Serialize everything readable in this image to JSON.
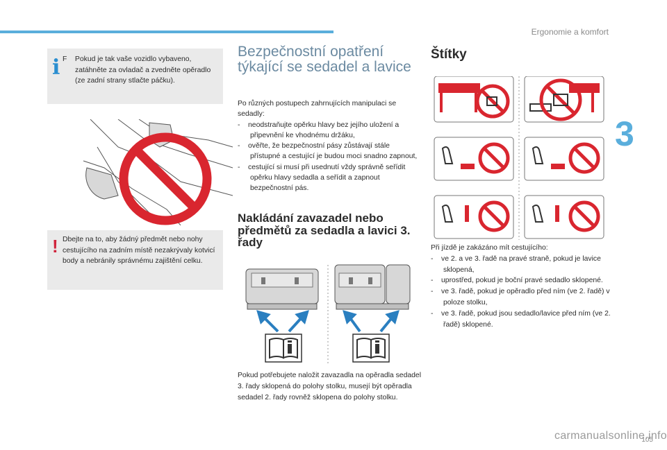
{
  "header": {
    "section_name": "Ergonomie a komfort",
    "chapter_number": "3",
    "page_number": "105",
    "watermark": "carmanualsonline.info",
    "accent_color": "#5aaedc"
  },
  "info_box": {
    "icon": "info-icon",
    "marker": "F",
    "text": "Pokud je tak vaše vozidlo vybaveno, zatáhněte za ovladač a zvedněte opěradlo (ze zadní strany stlačte páčku)."
  },
  "warning_box": {
    "icon": "warning-icon",
    "text": "Dbejte na to, aby žádný předmět nebo nohy cestujícího na zadním místě nezakrývaly kotvicí body a nebránily správnému zajištění celku."
  },
  "safety": {
    "heading": "Bezpečnostní opatření týkající se sedadel a lavice",
    "intro": "Po různých postupech zahrnujících manipulaci se sedadly:",
    "bullets": [
      "neodstraňujte opěrku hlavy bez jejího uložení a připevnění ke vhodnému držáku,",
      "ověřte, že bezpečnostní pásy zůstávají stále přístupné a cestující je budou moci snadno zapnout,",
      "cestující si musí při usednutí vždy správně seřídit opěrku hlavy sedadla a seřídit a zapnout bezpečnostní pás."
    ]
  },
  "loading": {
    "heading": "Nakládání zavazadel nebo předmětů za sedadla a lavici 3. řady",
    "text": "Pokud potřebujete naložit zavazadla na opěradla sedadel 3. řady sklopená do polohy stolku, musejí být opěradla sedadel 2. řady rovněž sklopena do polohy stolku."
  },
  "labels": {
    "heading": "Štítky",
    "intro": "Při jízdě je zakázáno mít cestujícího:",
    "bullets": [
      "ve 2. a ve 3. řadě na pravé straně, pokud je lavice sklopená,",
      "uprostřed, pokud je boční pravé sedadlo sklopené.",
      "ve 3. řadě, pokud je opěradlo před ním (ve 2. řadě) v poloze stolku,",
      "ve 3. řadě, pokud jsou sedadlo/lavice před ním (ve 2. řadě) sklopené."
    ]
  },
  "colors": {
    "prohibit_red": "#d9262f",
    "box_gray": "#eaeaea",
    "heading_blue_gray": "#6b8aa1",
    "arrow_blue": "#2a7fc0"
  }
}
